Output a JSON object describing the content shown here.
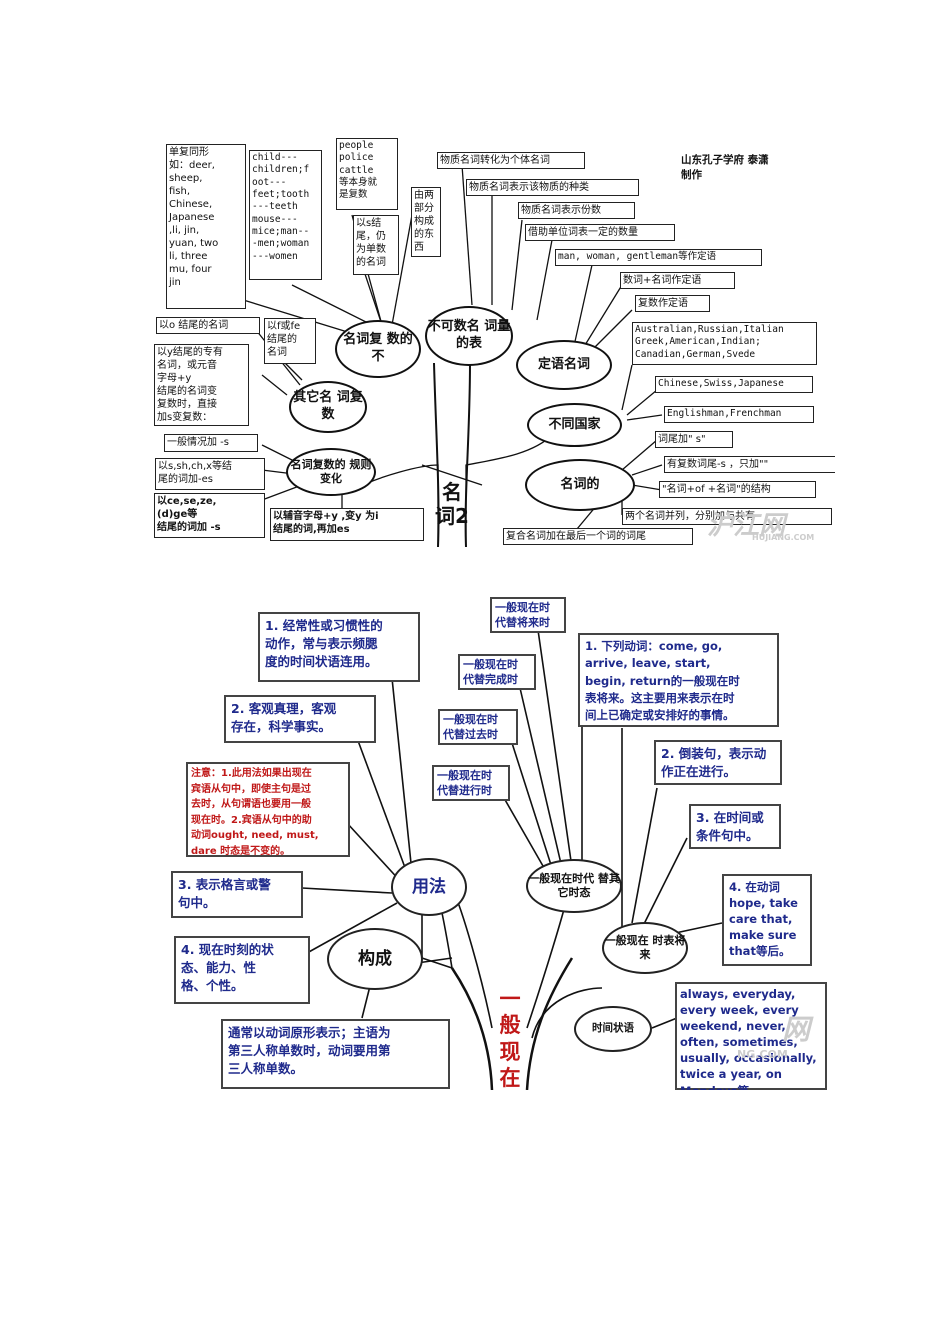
{
  "panel1": {
    "trunk_label": "名\n词2",
    "credit": "山东孔子学府\n泰潇制作",
    "nodes": {
      "plural_irregular": "名词复\n数的不",
      "uncountable": "不可数名\n词量的表",
      "attributive": "定语名词",
      "other_plural": "其它名\n词复数",
      "countries": "不同国家",
      "possessive": "名词的",
      "regular_plural": "名词复数的\n规则变化"
    },
    "boxes": {
      "same_form": "单复同形\n如：deer,\nsheep,\nfish,\nChinese,\nJapanese\n,li, jin,\nyuan, two\nli, three\nmu, four\njin",
      "child": "child---\nchildren;f\noot---\nfeet;tooth\n---teeth\nmouse---\nmice;man--\n-men;woman\n---women",
      "people": "people\npolice\ncattle\n等本身就\n是复数",
      "s_end": "以s结\n尾，仍\n为单数\n的名词",
      "parts": "由两\n部分\n构成\n的东\n西",
      "o_end": "以o 结尾的名词",
      "f_end": "以f或fe\n结尾的\n名词",
      "y_end": "以y结尾的专有\n名词，或元音\n字母+y\n结尾的名词变\n复数时，直接\n加s变复数：",
      "general": "一般情况加 -s",
      "s_sh": "以s,sh,ch,x等结\n尾的词加-es",
      "ce_se": "以ce,se,ze,\n(d)ge等\n结尾的词加 -s",
      "consonant_y": "以辅音字母+y ,变y 为i\n结尾的词,再加es",
      "u1": "物质名词转化为个体名词",
      "u2": "物质名词表示该物质的种类",
      "u3": "物质名词表示份数",
      "u4": "借助单位词表一定的数量",
      "a1": "man, woman, gentleman等作定语",
      "a2": "数词+名词作定语",
      "a3": "复数作定语",
      "c1": "Australian,Russian,Italian\nGreek,American,Indian;\nCanadian,German,Svede",
      "c2": "Chinese,Swiss,Japanese",
      "c3": "Englishman,Frenchman",
      "p1": "词尾加\" s\"",
      "p2": "有复数词尾-s ，只加\"\"",
      "p3": "\"名词+of +名词\"的结构",
      "p4": "两个名词并列，分别加与共有",
      "p5": "复合名词加在最后一个词的词尾"
    },
    "watermark": "沪江网",
    "watermark_url": "HUJIANG.COM"
  },
  "panel2": {
    "trunk_label": "一\n般\n现\n在",
    "nodes": {
      "usage": "用法",
      "form": "构成",
      "replace": "一般现在时代\n替其它时态",
      "future": "一般现在\n时表将来",
      "adverbial": "时间状语"
    },
    "boxes": {
      "u1": "1. 经常性或习惯性的\n动作，常与表示频腮\n度的时间状语连用。",
      "u2": "2. 客观真理，客观\n存在，科学事实。",
      "note": "注意：1.此用法如果出现在\n宾语从句中，即使主句是过\n去时，从句谓语也要用一般\n现在时。2.宾语从句中的助\n动词ought, need, must,\ndare 时态是不变的。",
      "u3": "3. 表示格言或警\n句中。",
      "u4": "4. 现在时刻的状\n态、能力、性\n格、个性。",
      "form_text": "通常以动词原形表示；主语为\n第三人称单数时，动词要用第\n三人称单数。",
      "r1": "一般现在时\n代替将来时",
      "r2": "一般现在时\n代替完成时",
      "r3": "一般现在时\n代替过去时",
      "r4": "一般现在时\n代替进行时",
      "f1": "1. 下列动词：come, go,\narrive, leave, start,\nbegin, return的一般现在时\n表将来。这主要用来表示在时\n间上已确定或安排好的事情。",
      "f2": "2. 倒装句，表示动\n作正在进行。",
      "f3": "3. 在时间或\n条件句中。",
      "f4": "4. 在动词\nhope, take\ncare that,\nmake sure\nthat等后。",
      "adv": "always, everyday,\nevery week, every\nweekend, never,\noften, sometimes,\nusually, occasionally,\ntwice a year, on\nMondays等"
    },
    "watermark": "网",
    "watermark_url": "NG.COM"
  }
}
